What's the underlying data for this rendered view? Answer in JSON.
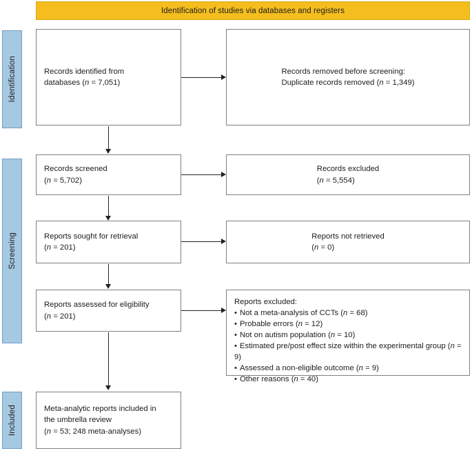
{
  "banner": {
    "title": "Identification of studies via databases and registers",
    "color": "#F5BE1E"
  },
  "stages": {
    "color": "#A6C9E2",
    "identification": "Identification",
    "screening": "Screening",
    "included": "Included"
  },
  "boxes": {
    "identified": {
      "line1": "Records identified from",
      "line2_pre": "databases (",
      "line2_italic": "n",
      "line2_post": " = 7,051)"
    },
    "removed": {
      "line1": "Records removed before screening:",
      "line2_pre": "Duplicate records removed (",
      "line2_italic": "n",
      "line2_post": " = 1,349)"
    },
    "screened": {
      "line1": "Records screened",
      "line2_pre": "(",
      "line2_italic": "n",
      "line2_post": " = 5,702)"
    },
    "records_excluded": {
      "line1": "Records excluded",
      "line2_pre": "(",
      "line2_italic": "n",
      "line2_post": " = 5,554)"
    },
    "sought": {
      "line1": "Reports sought for retrieval",
      "line2_pre": "(",
      "line2_italic": "n",
      "line2_post": " = 201)"
    },
    "not_retrieved": {
      "line1": "Reports not retrieved",
      "line2_pre": "(",
      "line2_italic": "n",
      "line2_post": " = 0)"
    },
    "assessed": {
      "line1": "Reports assessed for eligibility",
      "line2_pre": "(",
      "line2_italic": "n",
      "line2_post": " = 201)"
    },
    "reports_excluded": {
      "heading": "Reports excluded:",
      "items": [
        {
          "text_pre": "Not a meta-analysis of CCTs (",
          "italic": "n",
          "text_post": " = 68)"
        },
        {
          "text_pre": "Probable errors (",
          "italic": "n",
          "text_post": " = 12)"
        },
        {
          "text_pre": "Not on autism population (",
          "italic": "n",
          "text_post": " = 10)"
        },
        {
          "text_pre": "Estimated pre/post effect size within the experimental group (",
          "italic": "n",
          "text_post": " = 9)"
        },
        {
          "text_pre": "Assessed a non-eligible outcome (",
          "italic": "n",
          "text_post": " = 9)"
        },
        {
          "text_pre": "Other reasons (",
          "italic": "n",
          "text_post": " = 40)"
        }
      ]
    },
    "included": {
      "line1": "Meta-analytic reports included in",
      "line2": "the umbrella review",
      "line3_pre": "(",
      "line3_italic": "n",
      "line3_post": " = 53; 248 meta-analyses)"
    }
  }
}
